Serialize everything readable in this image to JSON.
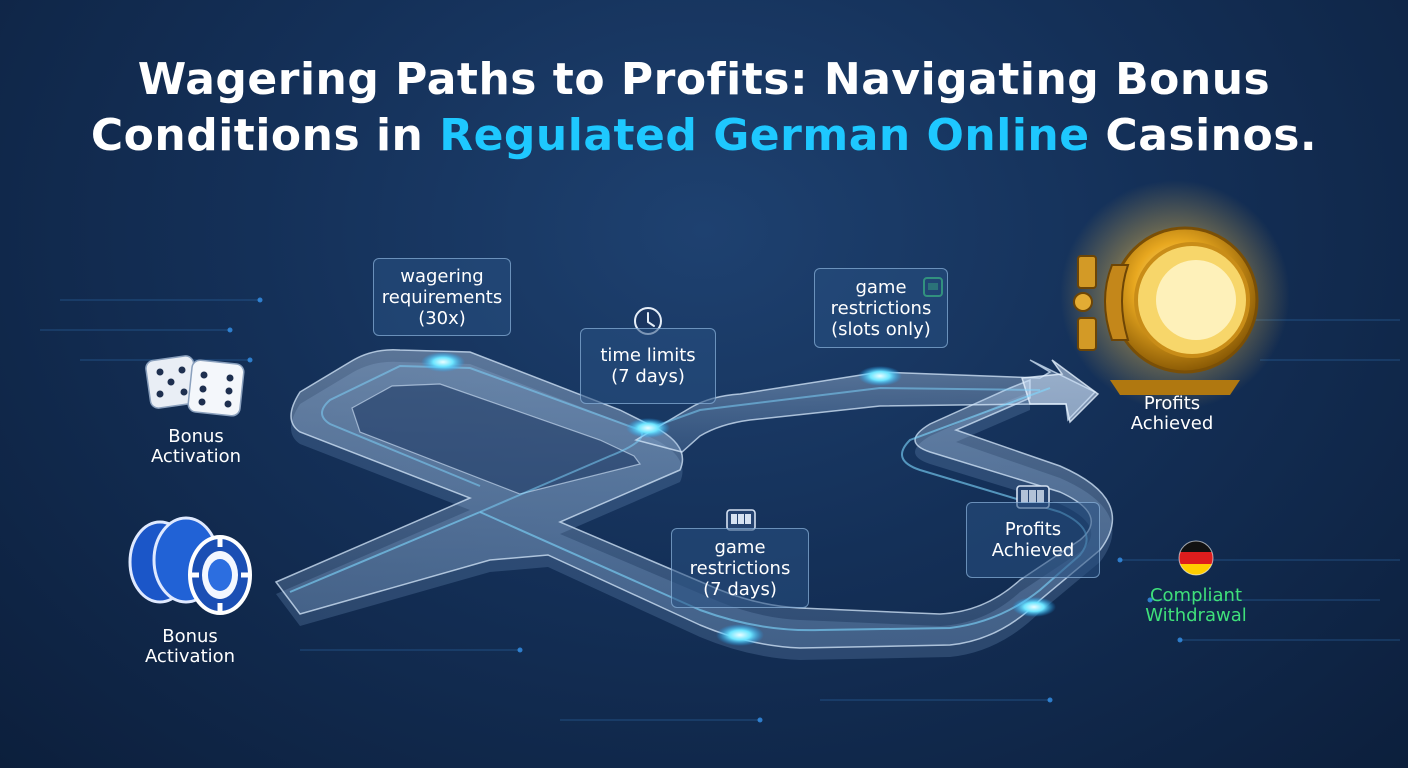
{
  "title": {
    "line1": "Wagering Paths to Profits: Navigating Bonus",
    "line2_start": "Conditions in ",
    "line2_highlight": "Regulated German Online",
    "line2_end": " Casinos."
  },
  "colors": {
    "highlight": "#1ec8ff",
    "compliant_green": "#3fe07a",
    "node_glow": "#5fe3ff",
    "vault_gold": "#f0b429"
  },
  "starts": [
    {
      "icon": "dice-icon",
      "line1": "Bonus",
      "line2": "Activation"
    },
    {
      "icon": "casino-chips-icon",
      "line1": "Bonus",
      "line2": "Activation"
    }
  ],
  "steps": {
    "wagering": {
      "line1": "wagering",
      "line2": "requirements",
      "line3": "(30x)"
    },
    "time_limits": {
      "icon": "clock-icon",
      "line1": "time limits",
      "line2": "(7 days)"
    },
    "game_top": {
      "icon": "slot-machine-icon",
      "line1": "game",
      "line2": "restrictions",
      "line3": "(slots only)"
    },
    "game_bottom": {
      "icon": "slot-machine-icon",
      "line1": "game",
      "line2": "restrictions",
      "line3": "(7 days)"
    },
    "profits_box": {
      "icon": "slot-reels-icon",
      "line1": "Profits",
      "line2": "Achieved"
    }
  },
  "ends": {
    "vault": {
      "icon": "vault-icon",
      "line1": "Profits",
      "line2": "Achieved"
    },
    "withdrawal": {
      "icon": "german-flag-icon",
      "line1": "Compliant",
      "line2": "Withdrawal"
    }
  }
}
